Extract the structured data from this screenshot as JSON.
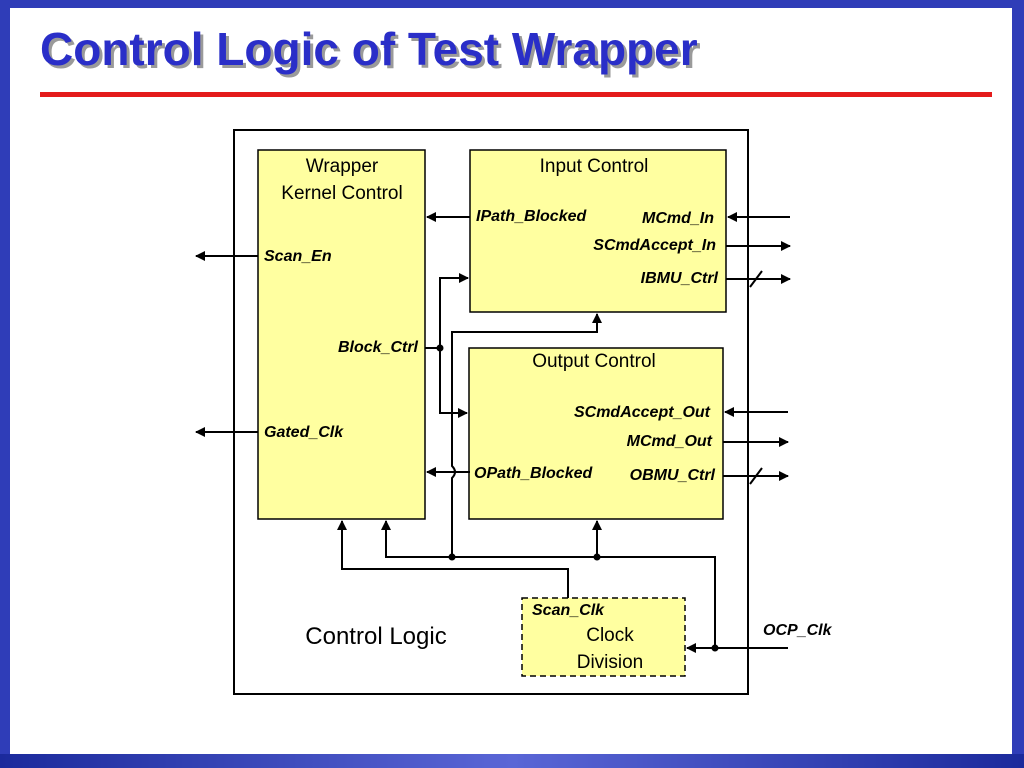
{
  "slide": {
    "title": "Control Logic of Test Wrapper"
  },
  "colors": {
    "title": "#2a2ec8",
    "title_rule": "#e41b1b",
    "frame": "#2f3db8",
    "block_fill": "#ffffa0"
  },
  "diagram": {
    "outer_label": "Control Logic",
    "wrapper_kernel": {
      "label_line1": "Wrapper",
      "label_line2": "Kernel Control",
      "signals": [
        "Scan_En",
        "Block_Ctrl",
        "Gated_Clk"
      ]
    },
    "input_control": {
      "label": "Input Control",
      "signals": [
        "IPath_Blocked",
        "MCmd_In",
        "SCmdAccept_In",
        "IBMU_Ctrl"
      ]
    },
    "output_control": {
      "label": "Output Control",
      "signals": [
        "SCmdAccept_Out",
        "MCmd_Out",
        "OPath_Blocked",
        "OBMU_Ctrl"
      ]
    },
    "clock_division": {
      "label_line1": "Clock",
      "label_line2": "Division",
      "signal": "Scan_Clk"
    },
    "external_clock": "OCP_Clk"
  }
}
